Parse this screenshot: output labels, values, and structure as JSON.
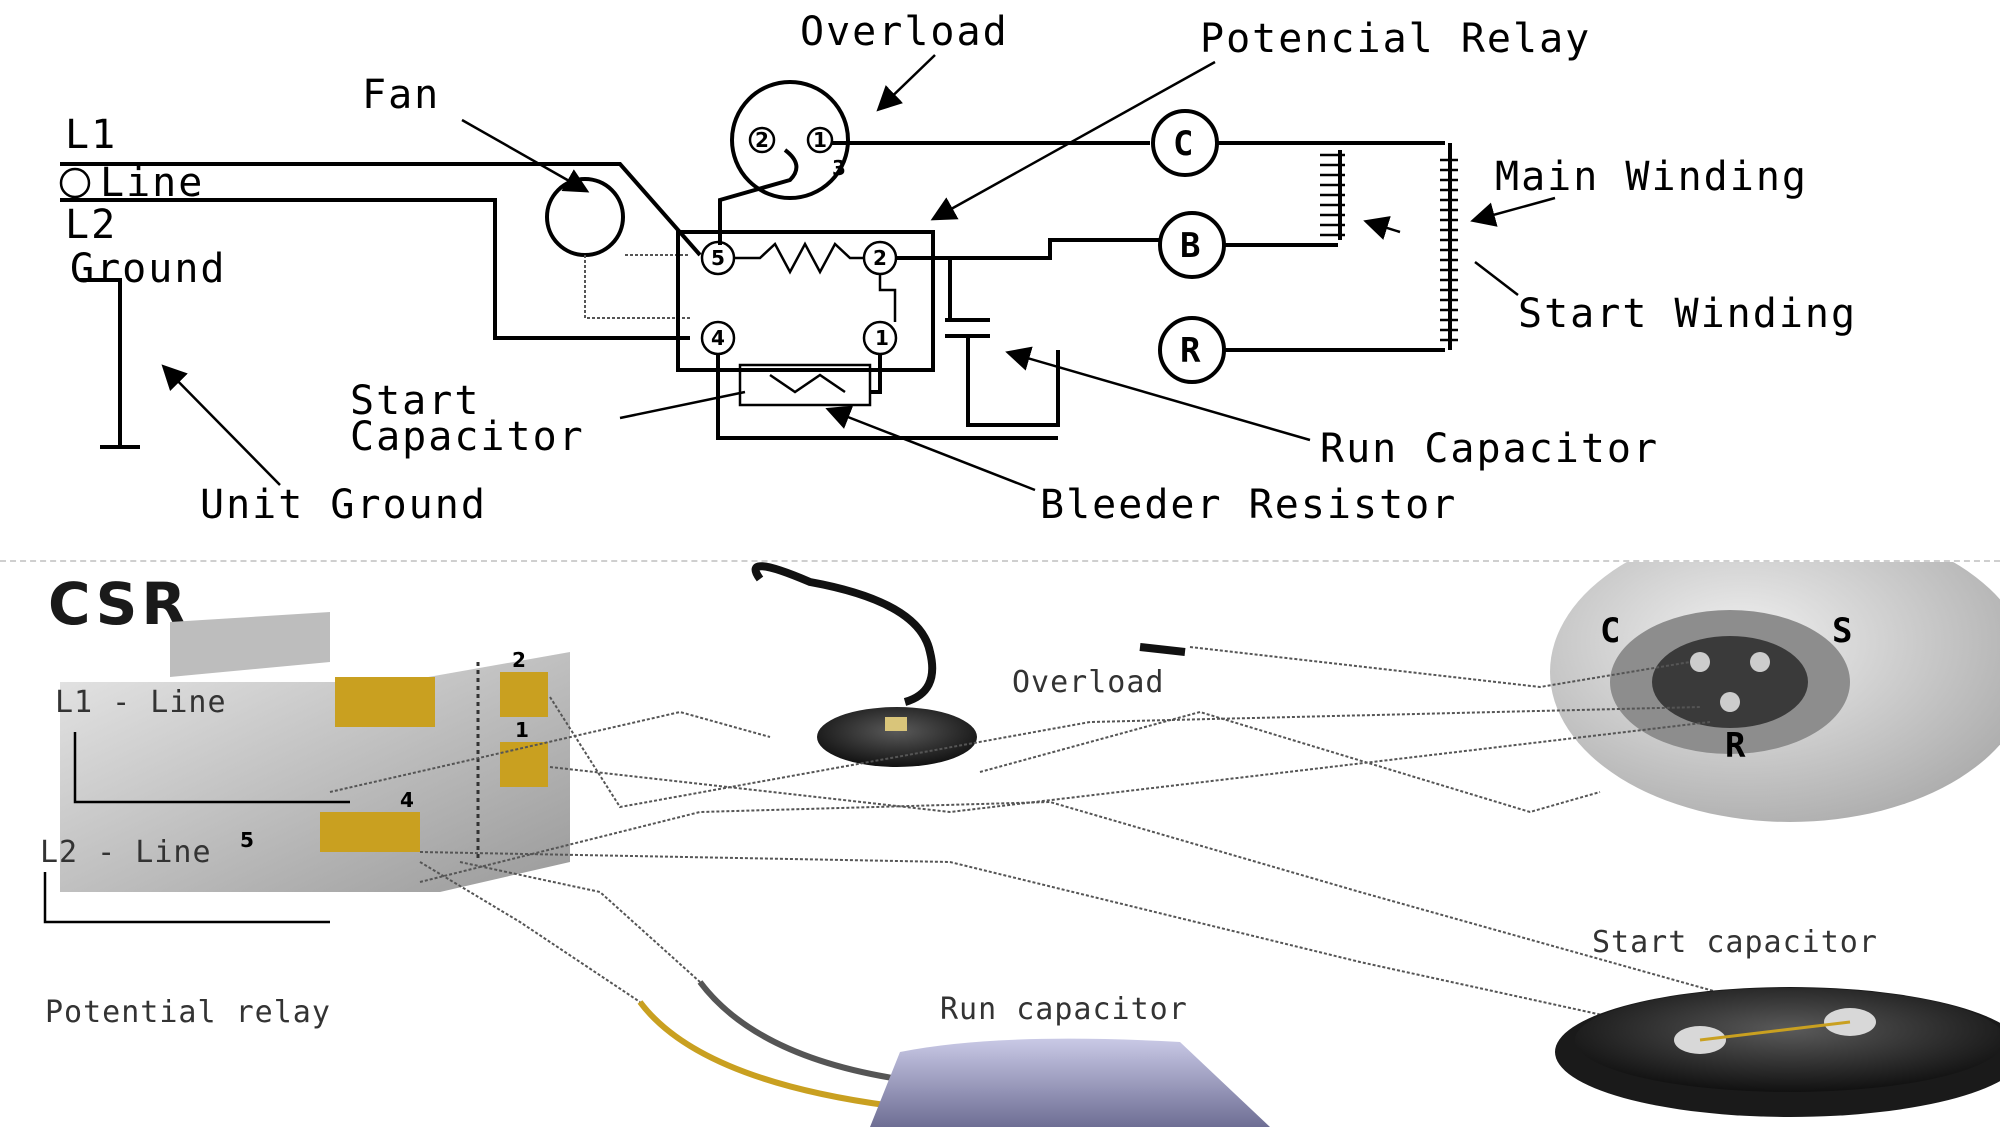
{
  "schematic": {
    "labels": {
      "l1": "L1",
      "line": "Line",
      "l2": "L2",
      "ground": "Ground",
      "fan": "Fan",
      "overload": "Overload",
      "potential_relay": "Potencial Relay",
      "main_winding": "Main Winding",
      "start_winding": "Start Winding",
      "start_capacitor_1": "Start",
      "start_capacitor_2": "Capacitor",
      "run_capacitor": "Run Capacitor",
      "bleeder_resistor": "Bleeder Resistor",
      "unit_ground": "Unit Ground"
    },
    "terminals": {
      "c": "C",
      "b": "B",
      "r": "R",
      "relay_5": "5",
      "relay_2": "2",
      "relay_4": "4",
      "relay_1": "1",
      "overload_2": "2",
      "overload_3": "3",
      "overload_1": "1"
    }
  },
  "photo": {
    "title": "CSR",
    "labels": {
      "l1_line": "L1 - Line",
      "l2_line": "L2 - Line",
      "potential_relay": "Potential relay",
      "overload": "Overload",
      "run_capacitor": "Run capacitor",
      "start_capacitor": "Start capacitor"
    },
    "compressor_terminals": {
      "c": "C",
      "s": "S",
      "r": "R"
    },
    "relay_terminals": {
      "t2": "2",
      "t1": "1",
      "t4": "4",
      "t5": "5"
    }
  }
}
